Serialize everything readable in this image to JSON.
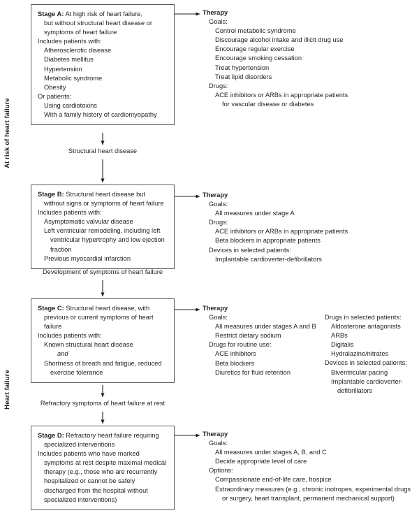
{
  "figure": {
    "type": "clinical-staging-flowchart",
    "line_color": "#58595b",
    "text_color": "#231f20"
  },
  "spine_labels": {
    "at_risk": "At risk of heart failure",
    "heart_failure": "Heart failure"
  },
  "connectors": [
    {
      "id": "a-to-b",
      "label": "Structural heart disease"
    },
    {
      "id": "b-to-c",
      "label": "Development of symptoms of heart failure"
    },
    {
      "id": "c-to-d",
      "label": "Refractory symptoms of heart failure at rest"
    }
  ],
  "therapy_heading": "Therapy",
  "stages": [
    {
      "id": "stage-a",
      "box_lines": [
        {
          "indent": 0,
          "bold_prefix": "Stage A:",
          "text": " At high risk of heart failure,"
        },
        {
          "indent": 1,
          "text": "but without structural heart disease or"
        },
        {
          "indent": 1,
          "text": "symptoms of heart failure"
        },
        {
          "indent": 0,
          "text": "Includes patients with:"
        },
        {
          "indent": 1,
          "text": "Atherosclerotic disease"
        },
        {
          "indent": 1,
          "text": "Diabetes mellitus"
        },
        {
          "indent": 1,
          "text": "Hypertension"
        },
        {
          "indent": 1,
          "text": "Metabolic syndrome"
        },
        {
          "indent": 1,
          "text": "Obesity"
        },
        {
          "indent": 0,
          "text": "Or patients:"
        },
        {
          "indent": 1,
          "text": "Using cardiotoxins"
        },
        {
          "indent": 1,
          "text": "With a family history of cardiomyopathy"
        }
      ],
      "therapy_lines": [
        {
          "indent": 1,
          "text": "Goals:"
        },
        {
          "indent": 2,
          "text": "Control metabolic syndrome"
        },
        {
          "indent": 2,
          "text": "Discourage alcohol intake and illicit drug use"
        },
        {
          "indent": 2,
          "text": "Encourage regular exercise"
        },
        {
          "indent": 2,
          "text": "Encourage smoking cessation"
        },
        {
          "indent": 2,
          "text": "Treat hypertension"
        },
        {
          "indent": 2,
          "text": "Treat lipid disorders"
        },
        {
          "indent": 1,
          "text": "Drugs:"
        },
        {
          "indent": 2,
          "text": "ACE inhibitors or ARBs in appropriate patients"
        },
        {
          "indent": 3,
          "text": "for vascular disease or diabetes"
        }
      ],
      "therapy_lines_2": []
    },
    {
      "id": "stage-b",
      "box_lines": [
        {
          "indent": 0,
          "bold_prefix": "Stage B:",
          "text": " Structural heart disease but"
        },
        {
          "indent": 1,
          "text": "without signs or symptoms of heart failure"
        },
        {
          "indent": 0,
          "text": "Includes patients with:"
        },
        {
          "indent": 1,
          "text": "Asymptomatic valvular disease"
        },
        {
          "indent": 1,
          "text": "Left ventricular remodeling, including left"
        },
        {
          "indent": 2,
          "text": "ventricular hypertrophy and low ejection"
        },
        {
          "indent": 2,
          "text": "fraction"
        },
        {
          "indent": 1,
          "text": "Previous myocardial infarction"
        }
      ],
      "therapy_lines": [
        {
          "indent": 1,
          "text": "Goals:"
        },
        {
          "indent": 2,
          "text": "All measures under stage A"
        },
        {
          "indent": 1,
          "text": "Drugs:"
        },
        {
          "indent": 2,
          "text": "ACE inhibitors or ARBs in appropriate patients"
        },
        {
          "indent": 2,
          "text": "Beta blockers in appropriate patients"
        },
        {
          "indent": 1,
          "text": "Devices in selected patients:"
        },
        {
          "indent": 2,
          "text": "Implantable cardioverter-defibrillators"
        }
      ],
      "therapy_lines_2": []
    },
    {
      "id": "stage-c",
      "box_lines": [
        {
          "indent": 0,
          "bold_prefix": "Stage C:",
          "text": " Structural heart disease, with"
        },
        {
          "indent": 1,
          "text": "previous or current symptoms of heart"
        },
        {
          "indent": 1,
          "text": "failure"
        },
        {
          "indent": 0,
          "text": "Includes patients with:"
        },
        {
          "indent": 1,
          "text": "Known structural heart disease"
        },
        {
          "indent": 3,
          "italic": true,
          "text": "and"
        },
        {
          "indent": 1,
          "text": "Shortness of breath and fatigue, reduced"
        },
        {
          "indent": 2,
          "text": "exercise tolerance"
        }
      ],
      "therapy_lines": [
        {
          "indent": 1,
          "text": "Goals:"
        },
        {
          "indent": 2,
          "text": "All measures under stages A and B"
        },
        {
          "indent": 2,
          "text": "Restrict dietary sodium"
        },
        {
          "indent": 1,
          "text": "Drugs for routine use:"
        },
        {
          "indent": 2,
          "text": "ACE inhibitors"
        },
        {
          "indent": 2,
          "text": "Beta blockers"
        },
        {
          "indent": 2,
          "text": "Diuretics for fluid retention"
        }
      ],
      "therapy_lines_2": [
        {
          "indent": 0,
          "text": "Drugs in selected patients:"
        },
        {
          "indent": 1,
          "text": "Aldosterone antagonists"
        },
        {
          "indent": 1,
          "text": "ARBs"
        },
        {
          "indent": 1,
          "text": "Digitalis"
        },
        {
          "indent": 1,
          "text": "Hydralazine/nitrates"
        },
        {
          "indent": 0,
          "text": "Devices in selected patients:"
        },
        {
          "indent": 1,
          "text": "Biventricular pacing"
        },
        {
          "indent": 1,
          "text": "Implantable cardioverter-"
        },
        {
          "indent": 2,
          "text": "defibrillators"
        }
      ]
    },
    {
      "id": "stage-d",
      "box_lines": [
        {
          "indent": 0,
          "bold_prefix": "Stage D:",
          "text": " Refractory heart failure requiring"
        },
        {
          "indent": 1,
          "text": "specialized interventions"
        },
        {
          "indent": 0,
          "text": "Includes patients who have marked"
        },
        {
          "indent": 1,
          "text": "symptoms at rest despite maximal medical"
        },
        {
          "indent": 1,
          "text": "therapy (e.g., those who are recurrently"
        },
        {
          "indent": 1,
          "text": "hospitalized or cannot be safely"
        },
        {
          "indent": 1,
          "text": "discharged from the hospital without"
        },
        {
          "indent": 1,
          "text": "specialized interventions)"
        }
      ],
      "therapy_lines": [
        {
          "indent": 1,
          "text": "Goals:"
        },
        {
          "indent": 2,
          "text": "All measures under stages A, B, and C"
        },
        {
          "indent": 2,
          "text": "Decide appropriate level of care"
        },
        {
          "indent": 1,
          "text": "Options:"
        },
        {
          "indent": 2,
          "text": "Compassionate end-of-life care, hospice"
        },
        {
          "indent": 2,
          "text": "Extraordinary measures (e.g., chronic inotropes, experimental drugs"
        },
        {
          "indent": 3,
          "text": "or surgery, heart transplant, permanent mechanical support)"
        }
      ],
      "therapy_lines_2": []
    }
  ]
}
